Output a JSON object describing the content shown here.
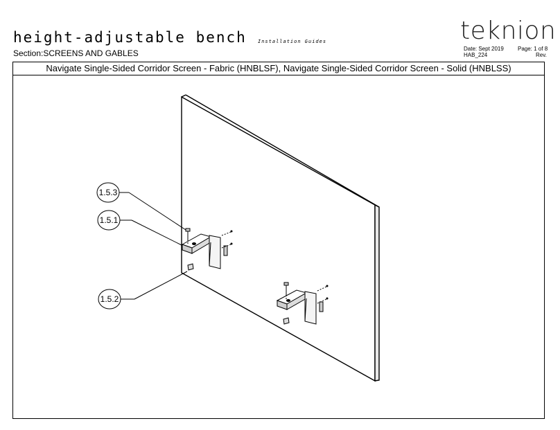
{
  "header": {
    "title": "height-adjustable bench",
    "subtitle": "Installation Guides",
    "section_label": "Section:",
    "section_value": "SCREENS AND GABLES",
    "logo": "teknion",
    "date": "Date: Sept 2019",
    "page": "Page: 1 of 8",
    "doc_id": "HAB_224",
    "rev": "Rev."
  },
  "banner": {
    "text": "Navigate Single-Sided Corridor Screen - Fabric (HNBLSF), Navigate Single-Sided Corridor Screen - Solid (HNBLSS)"
  },
  "callouts": [
    "1.5.3",
    "1.5.1",
    "1.5.2"
  ]
}
